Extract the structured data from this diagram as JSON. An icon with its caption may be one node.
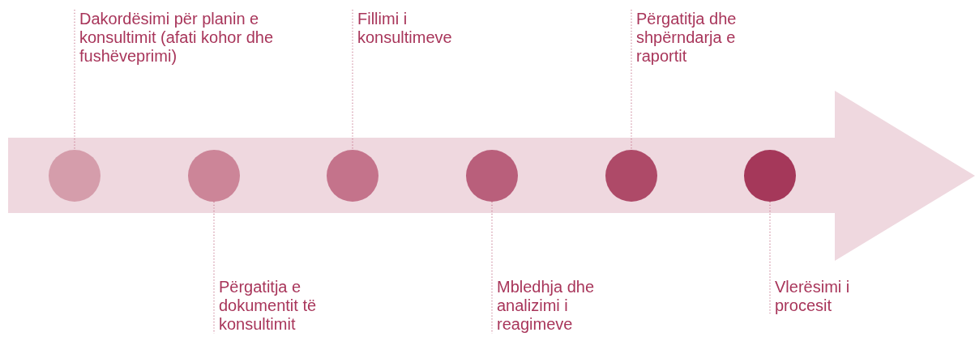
{
  "diagram": {
    "nodes": [
      {
        "text": [],
        "shape": "arrow"
      },
      {
        "text": [],
        "shape": "circle",
        "in": 0
      },
      {
        "text": [],
        "shape": "circle",
        "in": 0
      },
      {
        "text": [],
        "shape": "circle",
        "in": 0
      },
      {
        "text": [],
        "shape": "circle",
        "in": 0
      },
      {
        "text": [],
        "shape": "circle",
        "in": 0
      },
      {
        "text": [],
        "shape": "circle",
        "in": 0
      },
      {
        "text": [
          "Dakordësimi për planin e konsultimit (afati kohor dhe fushëveprimi)"
        ]
      },
      {
        "text": [
          "Përgatitja e dokumentit të konsultimit"
        ]
      },
      {
        "text": [
          "Fillimi i konsultimeve"
        ]
      },
      {
        "text": [
          "Mbledhja dhe analizimi i reagimeve"
        ]
      },
      {
        "text": [
          "Përgatitja dhe shpërndarja e raportit"
        ]
      },
      {
        "text": [
          "Vlerësimi i procesit"
        ]
      }
    ],
    "edges": [
      {
        "from": 7,
        "to": 1,
        "arrow": "none",
        "style": "dashed"
      },
      {
        "from": 8,
        "to": 2,
        "arrow": "none",
        "style": "dashed"
      },
      {
        "from": 9,
        "to": 3,
        "arrow": "none",
        "style": "dashed"
      },
      {
        "from": 10,
        "to": 4,
        "arrow": "none",
        "style": "dashed"
      },
      {
        "from": 11,
        "to": 5,
        "arrow": "none",
        "style": "dashed"
      },
      {
        "from": 12,
        "to": 6,
        "arrow": "none",
        "style": "dashed"
      }
    ]
  }
}
